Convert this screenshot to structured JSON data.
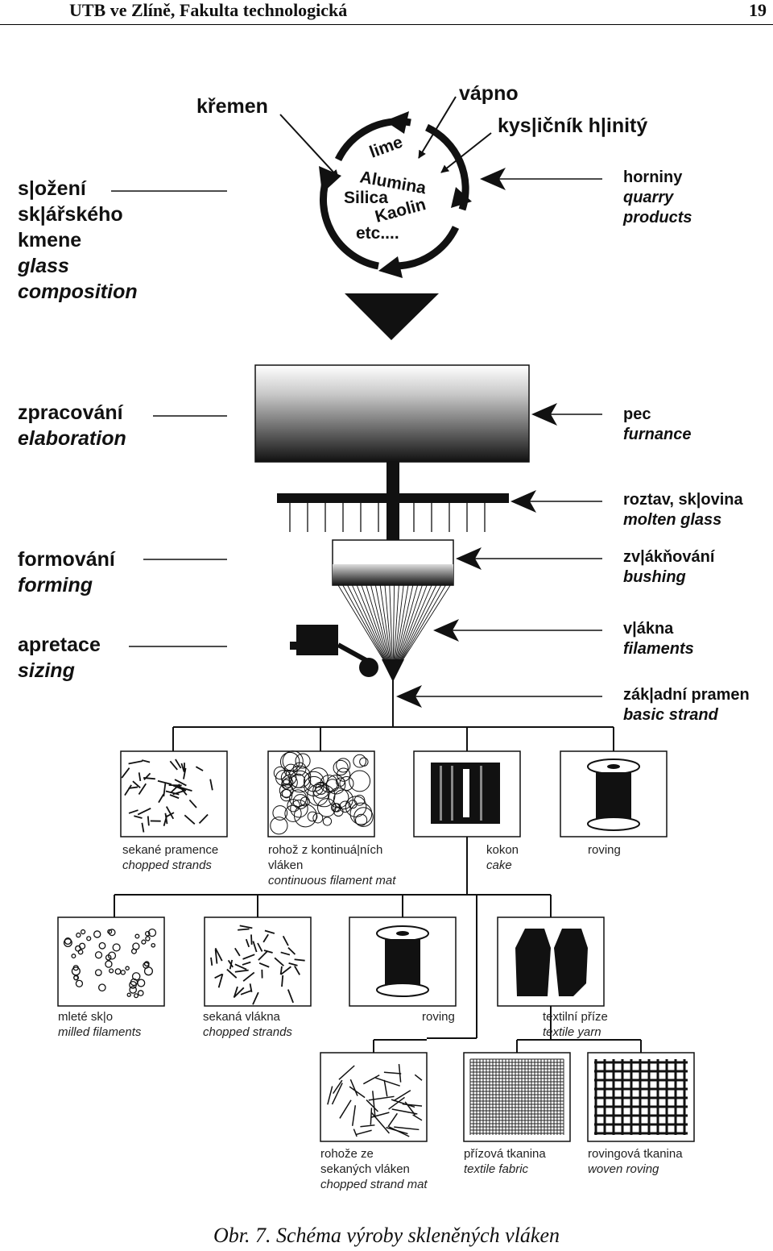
{
  "header": {
    "left": "UTB ve Zlíně, Fakulta technologická",
    "page": "19"
  },
  "cycle": {
    "items": [
      "lime",
      "Alumina",
      "Silica",
      "Kaolin",
      "etc...."
    ]
  },
  "raw": {
    "kremen": "křemen",
    "vapno": "vápno",
    "kyslicnik": "kys|ičník h|initý"
  },
  "left_labels": {
    "composition": [
      "s|ožení",
      "sk|ářského",
      "kmene"
    ],
    "composition_en": [
      "glass",
      "composition"
    ],
    "elaboration": "zpracování",
    "elaboration_en": "elaboration",
    "forming": "formování",
    "forming_en": "forming",
    "sizing": "apretace",
    "sizing_en": "sizing"
  },
  "right_labels": {
    "quarry": "horniny",
    "quarry_en": [
      "quarry",
      "products"
    ],
    "furnace": "pec",
    "furnace_en": "furnance",
    "molten": "roztav, sk|ovina",
    "molten_en": "molten glass",
    "bushing": "zv|ákňování",
    "bushing_en": "bushing",
    "filaments": "v|ákna",
    "filaments_en": "filaments",
    "strand": "zák|adní pramen",
    "strand_en": "basic strand"
  },
  "products_row1": [
    {
      "cz": "sekané pramence",
      "en": "chopped strands"
    },
    {
      "cz": "rohož z kontinuá|ních",
      "cz2": "vláken",
      "en": "continuous filament mat"
    },
    {
      "cz": "kokon",
      "en": "cake"
    },
    {
      "cz": "roving"
    }
  ],
  "products_row2": [
    {
      "cz": "mleté sk|o",
      "en": "milled filaments"
    },
    {
      "cz": "sekaná vlákna",
      "en": "chopped strands"
    },
    {
      "cz": "roving"
    },
    {
      "cz": "textilní příze",
      "en": "textile yarn"
    }
  ],
  "products_row3": [
    {
      "cz": "rohože ze",
      "cz2": "sekaných vláken",
      "en": "chopped strand mat"
    },
    {
      "cz": "přízová tkanina",
      "en": "textile fabric"
    },
    {
      "cz": "rovingová tkanina",
      "en": "woven roving"
    }
  ],
  "caption": "Obr. 7. Schéma výroby skleněných vláken"
}
